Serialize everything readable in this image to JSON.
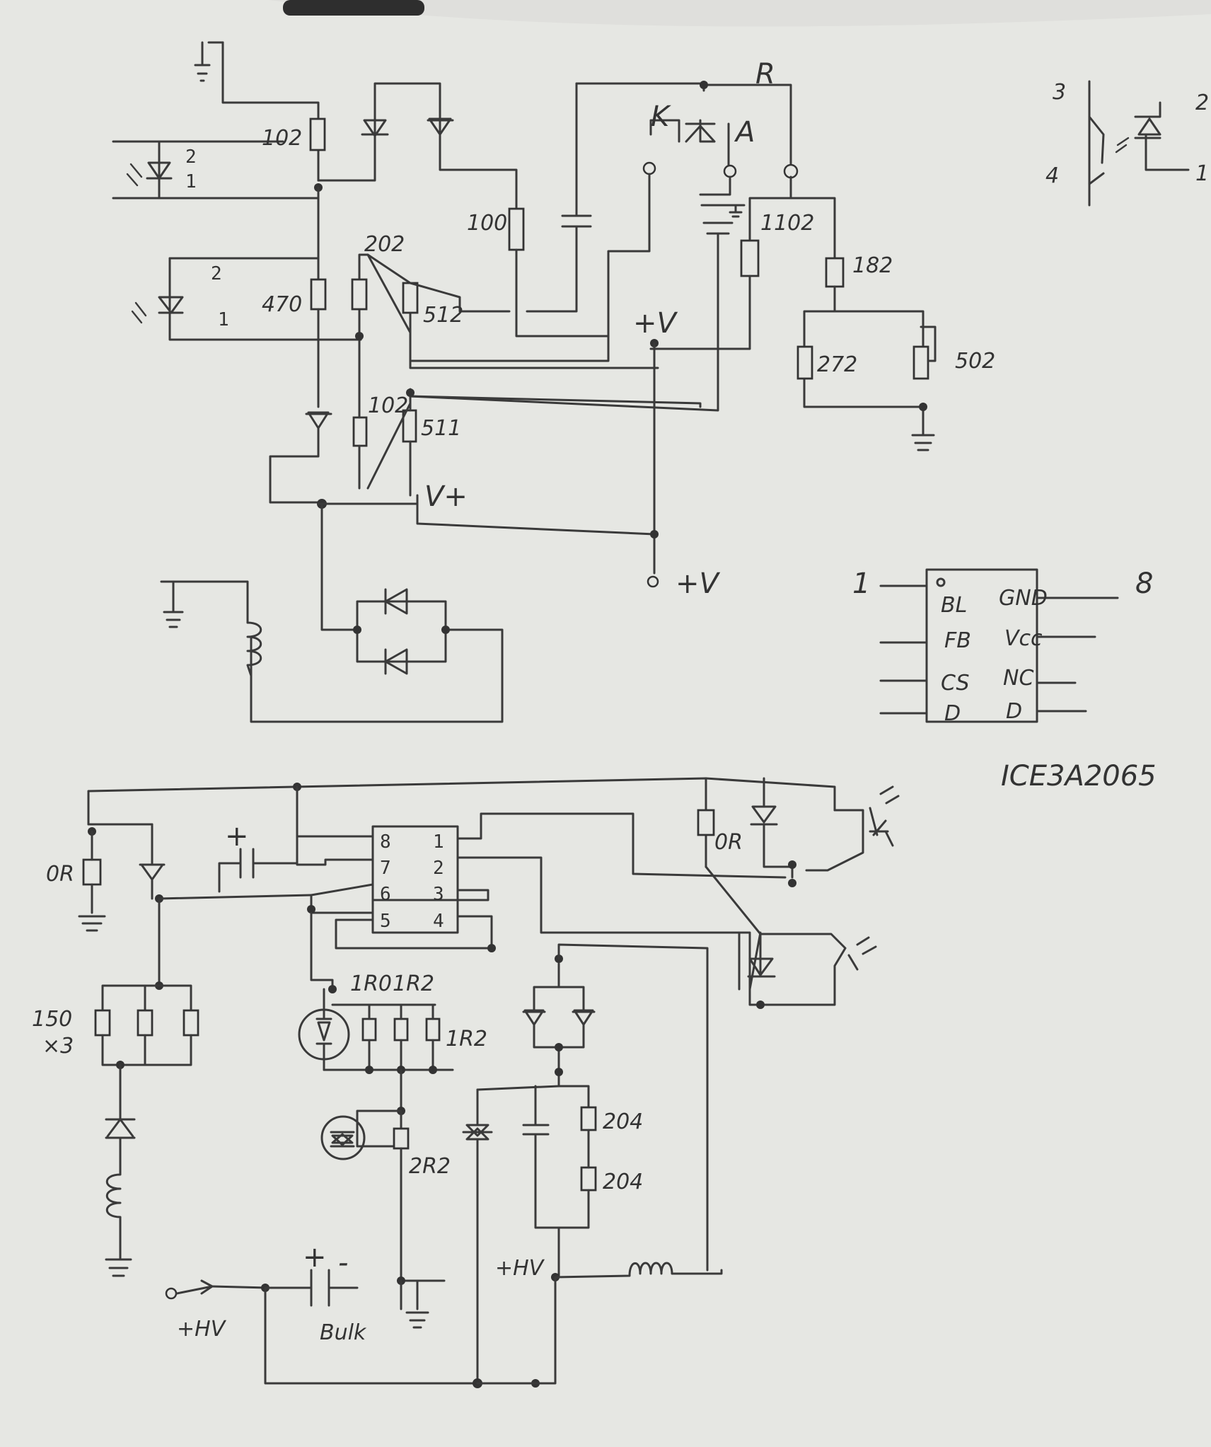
{
  "resistors": {
    "r_102_top": "102",
    "r_100": "100",
    "r_1102": "1102",
    "r_182": "182",
    "r_272": "272",
    "r_502": "502",
    "r_470": "470",
    "r_202": "202",
    "r_512": "512",
    "r_102_mid": "102",
    "r_511": "511",
    "r_0r_left": "0R",
    "r_0r_right": "0R",
    "r_150": "150",
    "r_150_count": "×3",
    "r_1r0": "1R0",
    "r_1r2_a": "1R2",
    "r_1r2_b": "1R2",
    "r_2r2": "2R2",
    "r_204_a": "204",
    "r_204_b": "204"
  },
  "nodes": {
    "r_top": "R",
    "k_label": "K",
    "a_label": "A",
    "plus_v_mid": "+V",
    "v_plus": "V+",
    "plus_v_out": "+V",
    "plus_hv_in": "+HV",
    "plus_hv_mid": "+HV",
    "bulk": "Bulk"
  },
  "pins": {
    "opto_a_2": "2",
    "opto_a_1": "1",
    "opto_b_2": "2",
    "opto_b_1": "1",
    "opto_sym_3": "3",
    "opto_sym_2": "2",
    "opto_sym_4": "4",
    "opto_sym_1": "1",
    "chip_pin1": "1",
    "chip_pin8": "8",
    "ic_l8": "8",
    "ic_l7": "7",
    "ic_l6": "6",
    "ic_l5": "5",
    "ic_r1": "1",
    "ic_r2": "2",
    "ic_r3": "3",
    "ic_r4": "4"
  },
  "ic": {
    "part_number": "ICE3A2065",
    "pins_left": [
      "BL",
      "FB",
      "CS",
      "D"
    ],
    "pins_right": [
      "GND",
      "Vcc",
      "NC",
      "D"
    ]
  },
  "cap_polarity": {
    "aux_plus": "+",
    "bulk_plus": "+",
    "bulk_minus": "-"
  }
}
